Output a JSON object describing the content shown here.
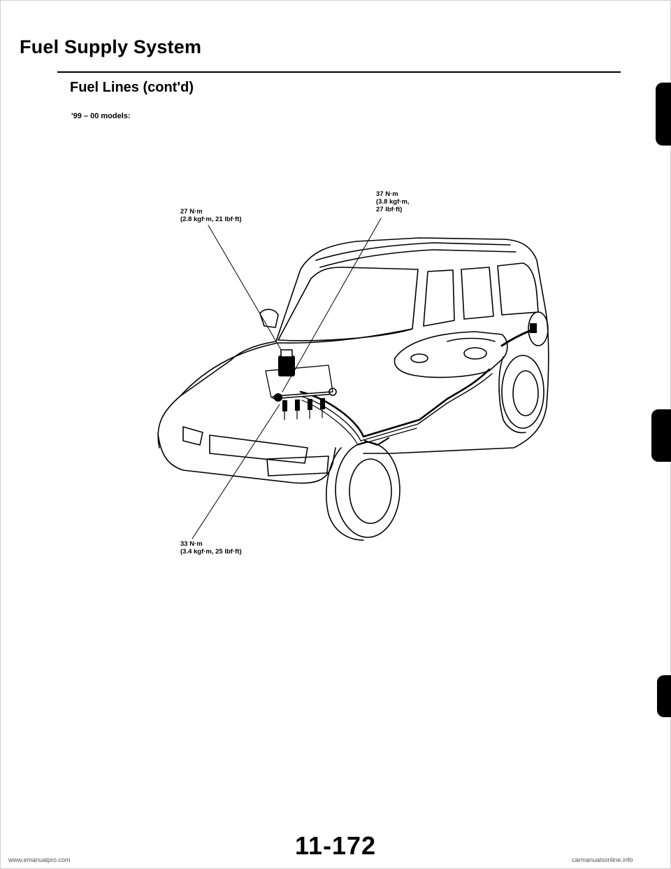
{
  "header": {
    "title": "Fuel Supply System",
    "section": "Fuel Lines (cont'd)",
    "models": "'99 – 00 models:"
  },
  "callouts": {
    "c27": {
      "line1": "27 N·m",
      "line2": "(2.8 kgf·m, 21 lbf·ft)"
    },
    "c37": {
      "line1": "37 N·m",
      "line2": "(3.8 kgf·m,",
      "line3": "27 lbf·ft)"
    },
    "c33": {
      "line1": "33 N·m",
      "line2": "(3.4 kgf·m, 25 lbf·ft)"
    }
  },
  "footer": {
    "page_number": "11-172",
    "url": "www.emanualpro.com",
    "brand": "carmanualsonline.info"
  }
}
